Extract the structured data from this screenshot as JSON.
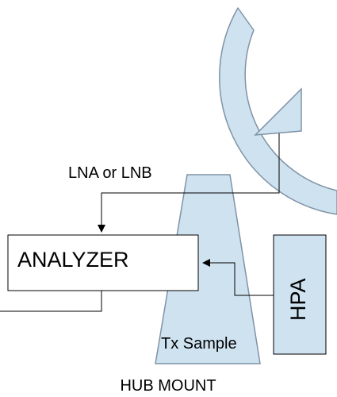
{
  "labels": {
    "lna_or_lnb": "LNA or LNB",
    "analyzer": "ANALYZER",
    "hpa": "HPA",
    "tx_sample": "Tx Sample",
    "hub_mount": "HUB MOUNT"
  },
  "colors": {
    "fill": "#cfe2f0",
    "stroke": "#7f93a6",
    "line": "#000000",
    "box_fill": "#ffffff"
  }
}
